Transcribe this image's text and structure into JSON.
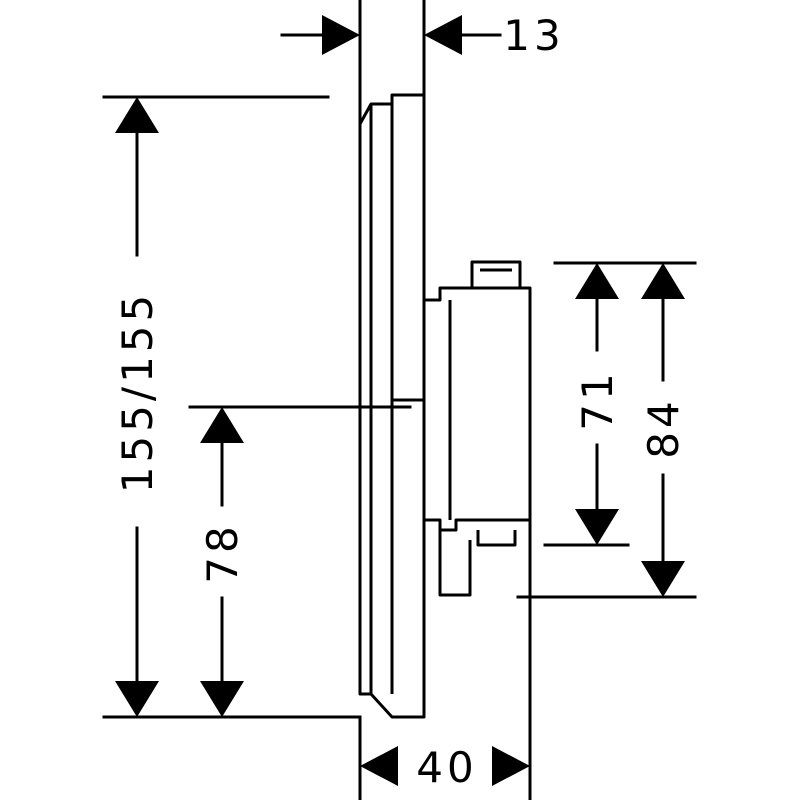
{
  "dimensions": {
    "top_depth": "13",
    "bottom_depth": "40",
    "total_height": "155/155",
    "lower_height": "78",
    "inner_height": "71",
    "outer_height": "84"
  },
  "colors": {
    "line": "#000000",
    "background": "#ffffff"
  }
}
